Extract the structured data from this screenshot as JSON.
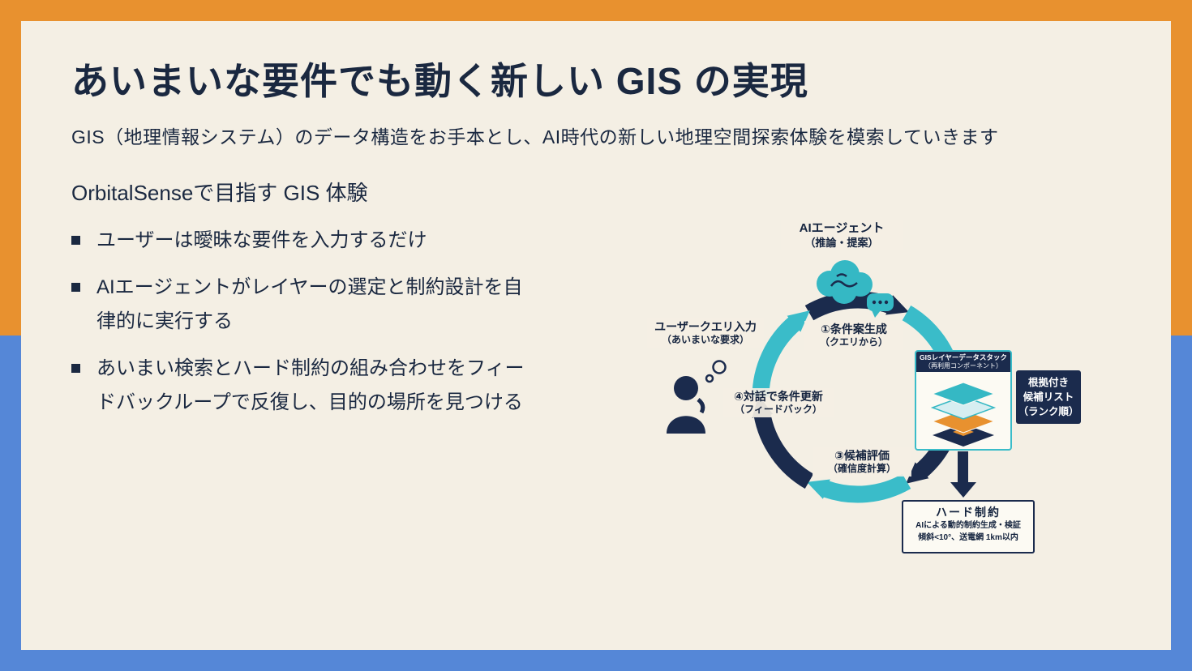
{
  "slide": {
    "title": "あいまいな要件でも動く新しい GIS の実現",
    "subtitle": "GIS（地理情報システム）のデータ構造をお手本とし、AI時代の新しい地理空間探索体験を模索していきます",
    "section_heading": "OrbitalSenseで目指す GIS 体験",
    "bullets": [
      "ユーザーは曖昧な要件を入力するだけ",
      "AIエージェントがレイヤーの選定と制約設計を自律的に実行する",
      "あいまい検索とハード制約の組み合わせをフィードバックループで反復し、目的の場所を見つける"
    ]
  },
  "diagram": {
    "agent_label": "AIエージェント",
    "agent_sublabel": "（推論・提案）",
    "user_label": "ユーザークエリ入力",
    "user_sublabel": "（あいまいな要求）",
    "step1": "①条件案生成",
    "step1_sub": "（クエリから）",
    "step3": "③候補評価",
    "step3_sub": "（確信度計算）",
    "step4": "④対話で条件更新",
    "step4_sub": "（フィードバック）",
    "stack_title": "GISレイヤーデータスタック",
    "stack_subtitle": "（再利用コンポーネント）",
    "candidates_line1": "根拠付き",
    "candidates_line2": "候補リスト",
    "candidates_line3": "（ランク順）",
    "hard_constraint_title": "ハード制約",
    "hard_constraint_line1": "AIによる動的制約生成・検証",
    "hard_constraint_line2": "傾斜<10°、送電網 1km以内"
  },
  "colors": {
    "frame_top_orange": "#E8912F",
    "frame_bottom_blue": "#5587D7",
    "background_cream": "#F4EFE4",
    "text_navy": "#1A2840",
    "ring_navy": "#1B2B4D",
    "ring_teal": "#3ABCC9",
    "layer_orange": "#E8912F"
  }
}
